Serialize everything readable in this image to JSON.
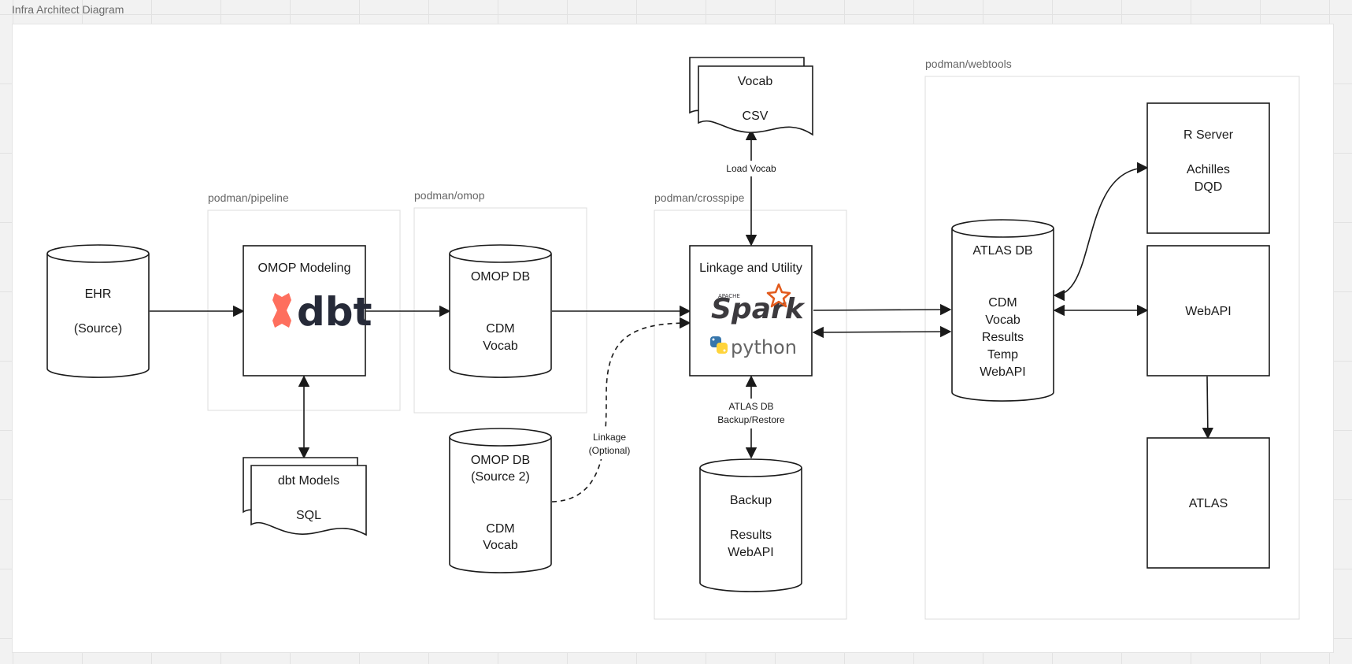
{
  "frame": {
    "title": "Infra Architect Diagram"
  },
  "groups": {
    "pipeline": "podman/pipeline",
    "omop": "podman/omop",
    "crosspipe": "podman/crosspipe",
    "webtools": "podman/webtools"
  },
  "nodes": {
    "ehr": {
      "line1": "EHR",
      "line2": "(Source)"
    },
    "omop_modeling": {
      "title": "OMOP Modeling",
      "logo": "dbt"
    },
    "dbt_models": {
      "line1": "dbt Models",
      "line2": "SQL"
    },
    "omop_db": {
      "line1": "OMOP DB",
      "line2": "CDM",
      "line3": "Vocab"
    },
    "omop_db2": {
      "line1": "OMOP DB",
      "line2": "(Source 2)",
      "line3": "CDM",
      "line4": "Vocab"
    },
    "vocab": {
      "line1": "Vocab",
      "line2": "CSV"
    },
    "linkage": {
      "title": "Linkage and Utility",
      "logo1_small": "APACHE",
      "logo1": "Spark",
      "logo2": "python"
    },
    "backup": {
      "line1": "Backup",
      "line2": "Results",
      "line3": "WebAPI"
    },
    "atlas_db": {
      "line1": "ATLAS DB",
      "items": [
        "CDM",
        "Vocab",
        "Results",
        "Temp",
        "WebAPI"
      ]
    },
    "r_server": {
      "line1": "R Server",
      "line2": "Achilles",
      "line3": "DQD"
    },
    "webapi": {
      "label": "WebAPI"
    },
    "atlas": {
      "label": "ATLAS"
    }
  },
  "edges": {
    "load_vocab": "Load Vocab",
    "backup_line1": "ATLAS DB",
    "backup_line2": "Backup/Restore",
    "linkage_line1": "Linkage",
    "linkage_line2": "(Optional)"
  },
  "colors": {
    "stroke": "#1a1a1a",
    "group_border": "#dcdcdc",
    "dbt_brand": "#fe6f5e",
    "spark_star": "#e25a1c",
    "python_blue": "#3776ab",
    "python_yellow": "#ffd43b"
  }
}
